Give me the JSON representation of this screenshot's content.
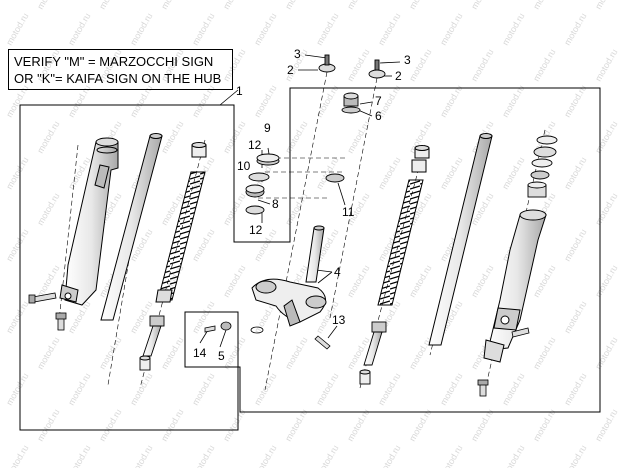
{
  "note": {
    "line1": "VERIFY \"M\" = MARZOCCHI SIGN",
    "line2": "OR \"K\"= KAIFA SIGN ON THE HUB"
  },
  "watermark": "motod.ru",
  "callouts": {
    "c1": "1",
    "c2a": "2",
    "c2b": "2",
    "c3a": "3",
    "c3b": "3",
    "c4": "4",
    "c5": "5",
    "c6": "6",
    "c7": "7",
    "c8": "8",
    "c9": "9",
    "c10": "10",
    "c11": "11",
    "c12a": "12",
    "c12b": "12",
    "c13": "13",
    "c14": "14"
  },
  "colors": {
    "line": "#000000",
    "part_fill": "#f2f2f2",
    "part_shade": "#9a9a9a",
    "watermark": "#d9d9d9"
  }
}
